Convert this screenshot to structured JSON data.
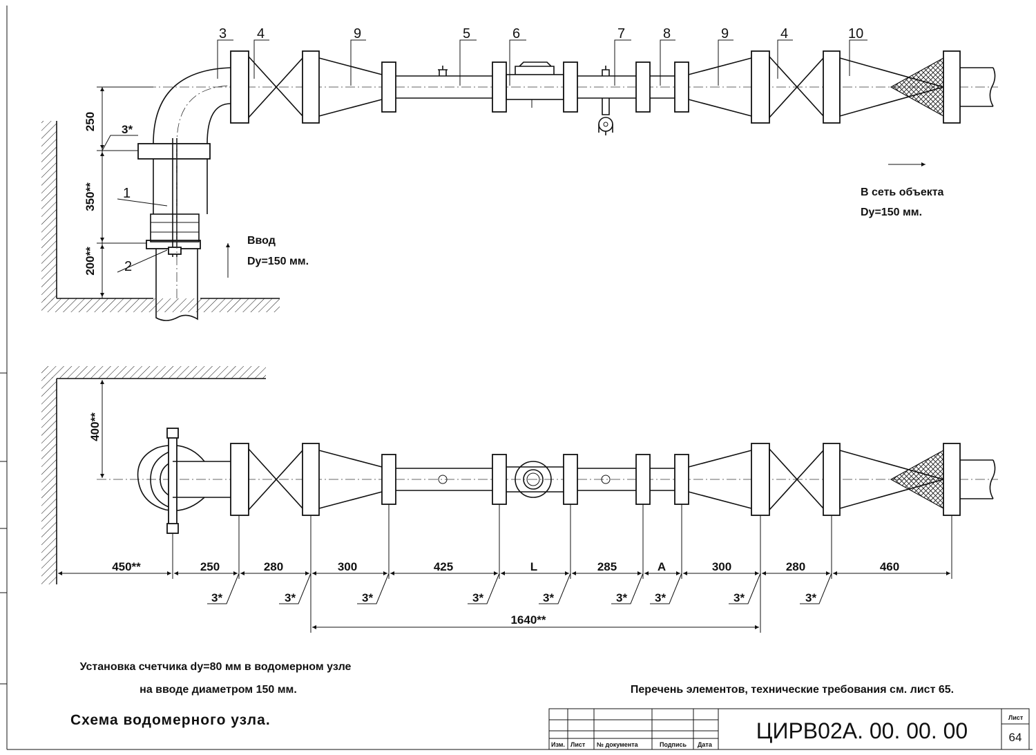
{
  "callouts_top": [
    "3",
    "4",
    "9",
    "5",
    "6",
    "7",
    "8",
    "9",
    "4",
    "10"
  ],
  "callouts_left": [
    "1",
    "2"
  ],
  "side_dims": {
    "d250": "250",
    "d350": "350**",
    "d200": "200**",
    "d400": "400**",
    "weld": "3*"
  },
  "inlet": {
    "line1": "Ввод",
    "line2": "Dy=150 мм."
  },
  "outlet": {
    "line1": "В сеть объекта",
    "line2": "Dy=150 мм."
  },
  "bottom_dims": [
    "450**",
    "250",
    "280",
    "300",
    "425",
    "L",
    "285",
    "A",
    "300",
    "280",
    "460"
  ],
  "weld_marks": [
    "3*",
    "3*",
    "3*",
    "3*",
    "3*",
    "3*",
    "3*",
    "3*",
    "3*"
  ],
  "total_dim": "1640**",
  "caption": {
    "line1": "Установка счетчика dy=80 мм в водомерном узле",
    "line2": "на вводе диаметром 150 мм.",
    "title": "Схема водомерного узла."
  },
  "reference_note": "Перечень элементов, технические требования см. лист 65.",
  "title_block": {
    "headers": [
      "Изм.",
      "Лист",
      "№ документа",
      "Подпись",
      "Дата"
    ],
    "code": "ЦИРВ02А. 00. 00. 00",
    "sheet_label": "Лист",
    "sheet_number": "64"
  },
  "colors": {
    "line": "#111111",
    "background": "#ffffff"
  }
}
